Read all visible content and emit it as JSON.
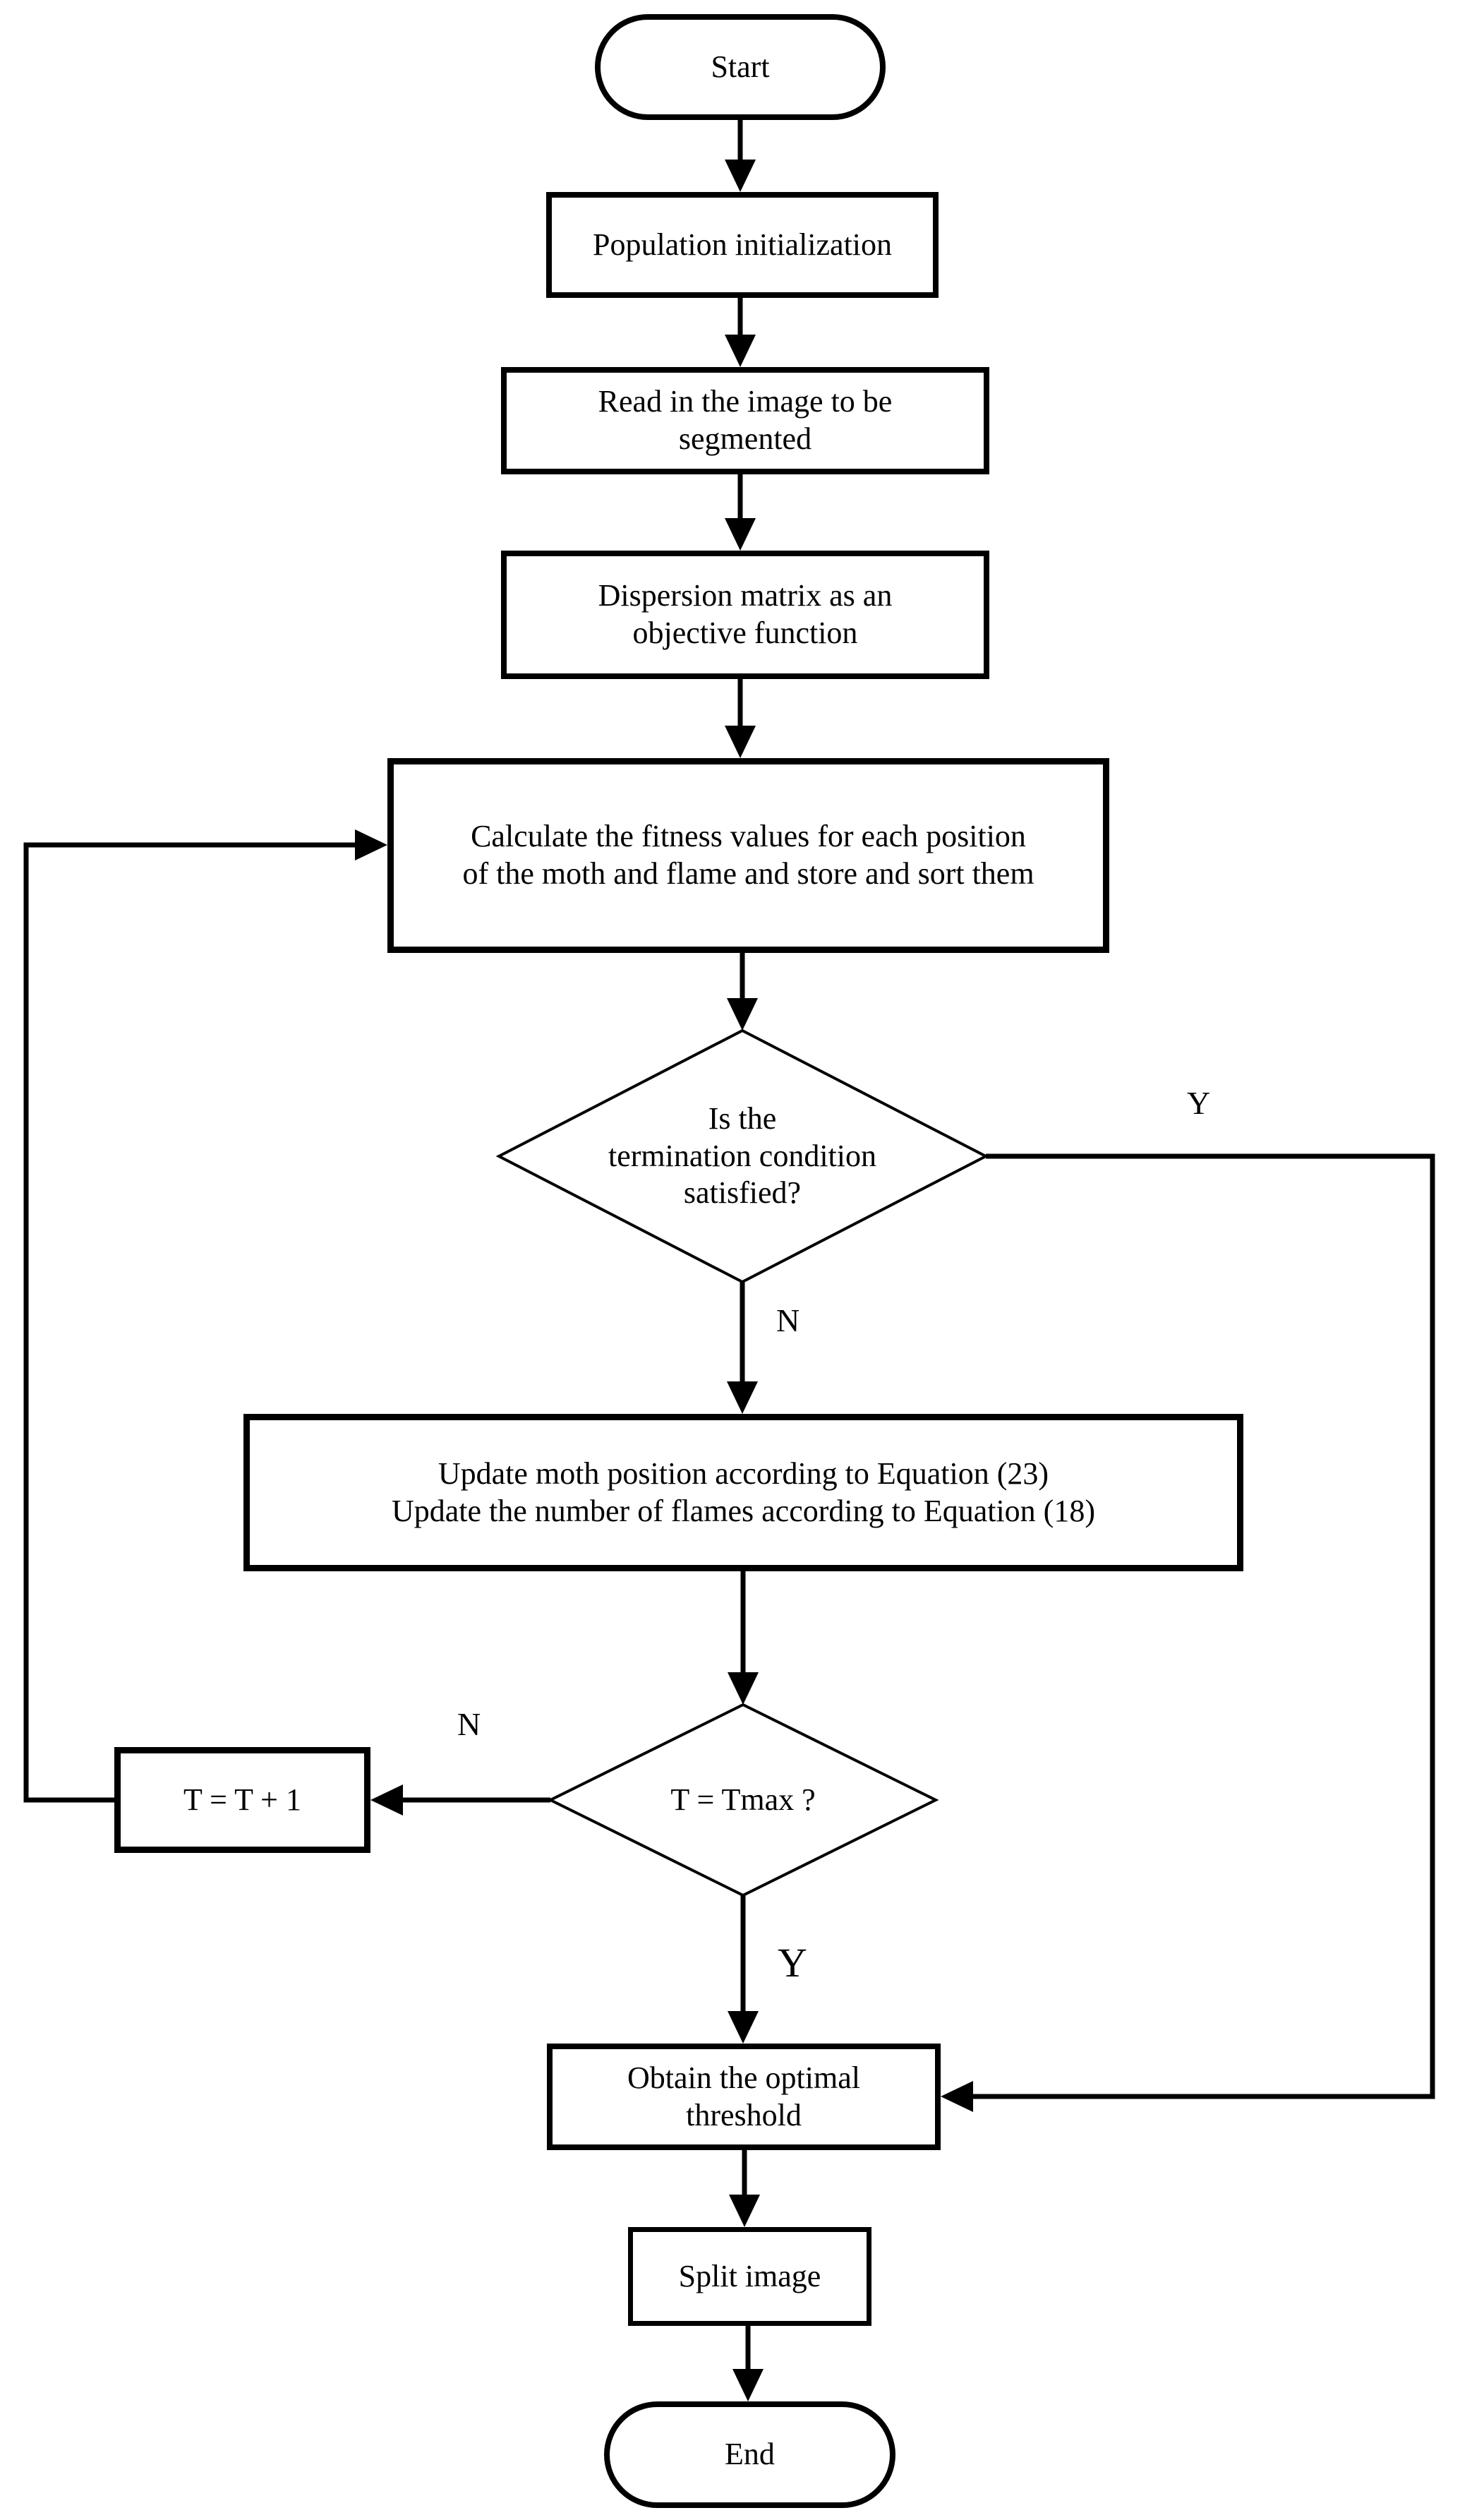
{
  "diagram": {
    "title": "Moth-flame optimization image segmentation flowchart",
    "colors": {
      "ink": "#000000",
      "background": "#ffffff"
    },
    "nodes": {
      "start": "Start",
      "population": "Population initialization",
      "read_image": "Read in the image to be\nsegmented",
      "dispersion": "Dispersion matrix as an\nobjective function",
      "fitness": "Calculate the fitness values for each position\nof the moth and flame and store and sort them",
      "termination": "Is the\ntermination condition\nsatisfied?",
      "update": "Update moth position according to Equation (23)\nUpdate the number of flames according to Equation (18)",
      "tmax": "T = Tmax ?",
      "increment": "T = T + 1",
      "obtain": "Obtain the optimal\nthreshold",
      "split": "Split image",
      "end": "End"
    },
    "edge_labels": {
      "termination_no": "N",
      "termination_yes": "Y",
      "tmax_no": "N",
      "tmax_yes": "Y"
    }
  }
}
